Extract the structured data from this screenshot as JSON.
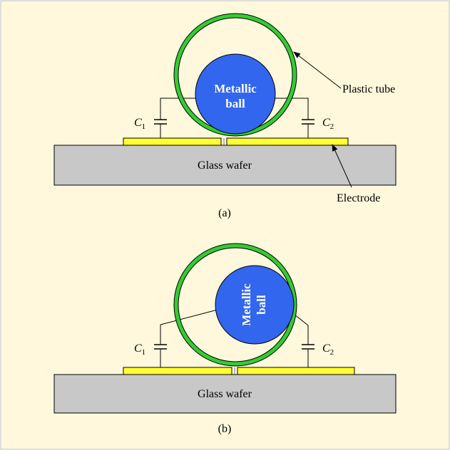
{
  "colors": {
    "background": "#fff8dc",
    "wafer": "#c8c8c8",
    "electrode": "#ffff33",
    "tube": "#33cc33",
    "ball": "#3366ee",
    "line": "#000000"
  },
  "panel_a": {
    "ball_label_line1": "Metallic",
    "ball_label_line2": "ball",
    "wafer_label": "Glass wafer",
    "tube_label": "Plastic tube",
    "electrode_label": "Electrode",
    "c1": {
      "letter": "C",
      "sub": "1"
    },
    "c2": {
      "letter": "C",
      "sub": "2"
    },
    "caption": "(a)"
  },
  "panel_b": {
    "ball_label_line1": "Metallic",
    "ball_label_line2": "ball",
    "wafer_label": "Glass wafer",
    "c1": {
      "letter": "C",
      "sub": "1"
    },
    "c2": {
      "letter": "C",
      "sub": "2"
    },
    "caption": "(b)"
  }
}
